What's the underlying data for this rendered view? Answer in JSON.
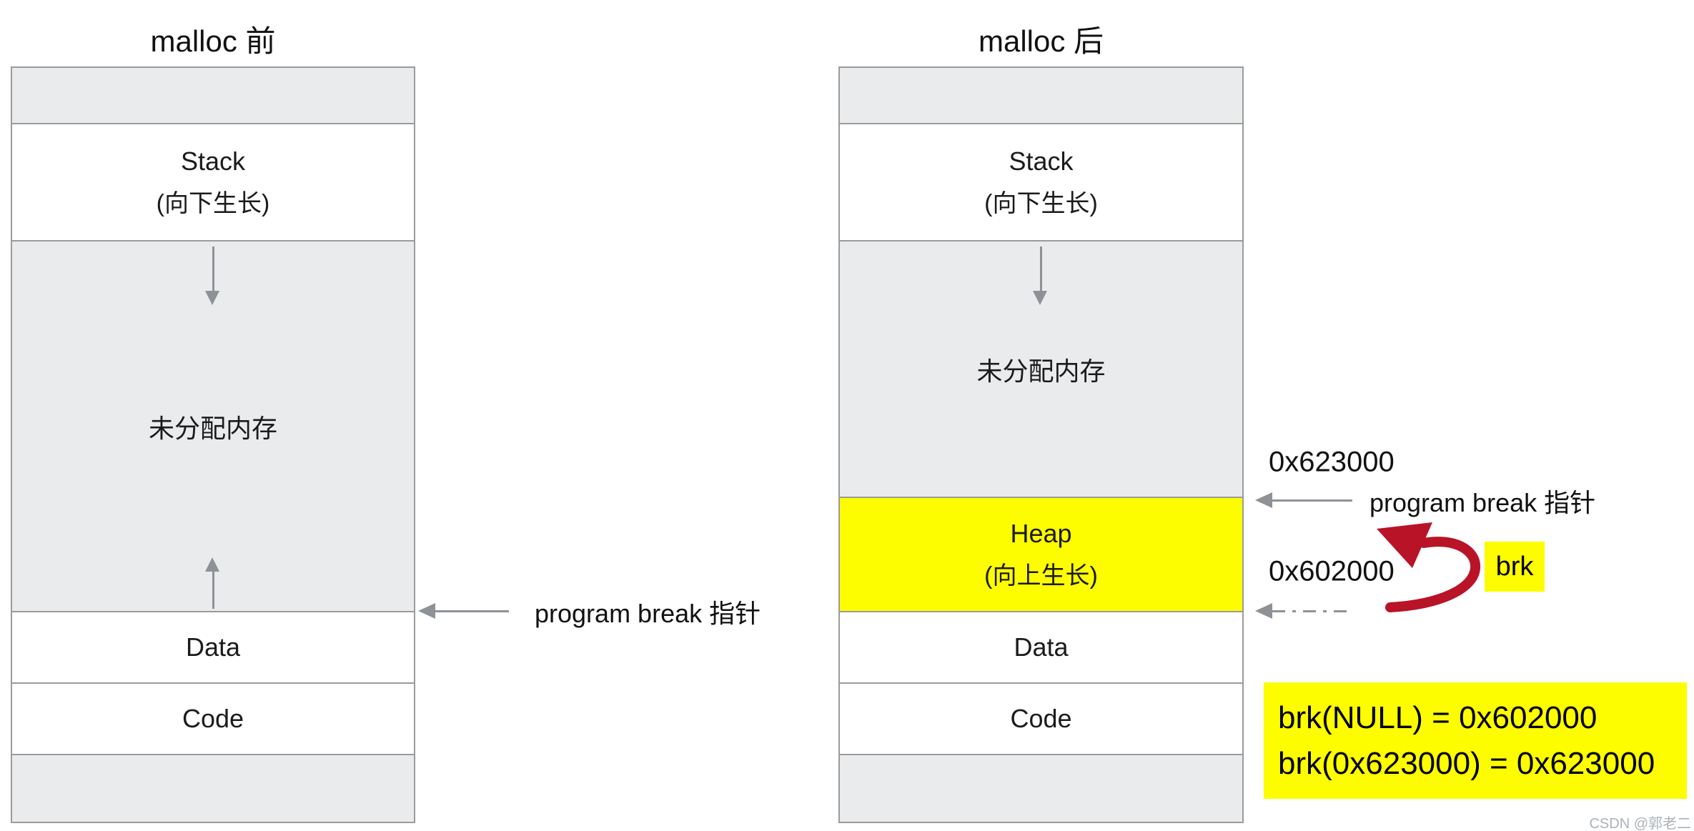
{
  "before": {
    "title": "malloc 前",
    "sections": {
      "stack_title": "Stack",
      "stack_growth": "(向下生长)",
      "unallocated": "未分配内存",
      "data": "Data",
      "code": "Code"
    },
    "program_break_label": "program break 指针"
  },
  "after": {
    "title": "malloc 后",
    "sections": {
      "stack_title": "Stack",
      "stack_growth": "(向下生长)",
      "unallocated": "未分配内存",
      "heap_title": "Heap",
      "heap_growth": "(向上生长)",
      "data": "Data",
      "code": "Code"
    },
    "annotations": {
      "new_break_addr": "0x623000",
      "old_break_addr": "0x602000",
      "program_break_label": "program break 指针",
      "brk_tag": "brk",
      "result_line1": "brk(NULL) = 0x602000",
      "result_line2": "brk(0x623000) = 0x623000"
    }
  },
  "watermark": "CSDN @郭老二",
  "colors": {
    "heap_yellow": "#fdfd00",
    "band_gray": "#e9ebed",
    "border_gray": "#9b9b9b",
    "arrow_gray": "#8e9297",
    "brk_arrow_red": "#b91328",
    "watermark_gray": "#aab2b9"
  }
}
